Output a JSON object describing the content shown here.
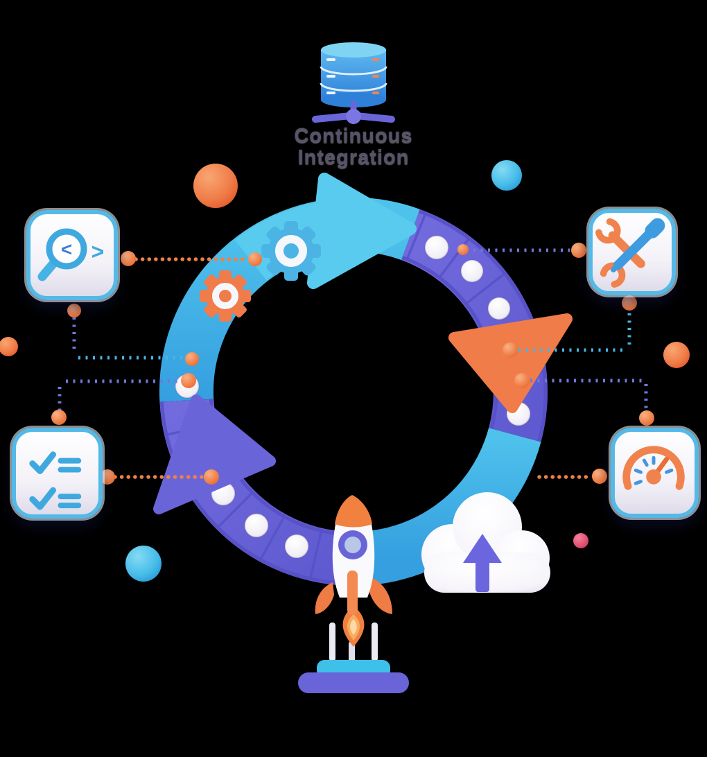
{
  "title": {
    "line1": "Continuous",
    "line2": "Integration"
  },
  "icons": {
    "top_center": "database-server",
    "top_left": "code-review-magnifier",
    "top_right": "wrench-screwdriver-tools",
    "bottom_left": "checklist",
    "bottom_right": "speedometer-gauge",
    "bottom_center": "rocket-launch",
    "inner_right": "cloud-upload",
    "ring": "ci-loop-arrows",
    "on_ring": "gears"
  },
  "colors": {
    "ring_cyan": "#43B2E6",
    "ring_purple": "#6A64D9",
    "arrow_cyan": "#59CBEF",
    "accent_orange": "#F07C49",
    "card_border_cyan": "#55B9E7",
    "glyph_blue": "#3FA9DF",
    "dot_white": "#F4F2F7",
    "ball_crimson": "#E4486E",
    "title_text": "#56536B"
  }
}
